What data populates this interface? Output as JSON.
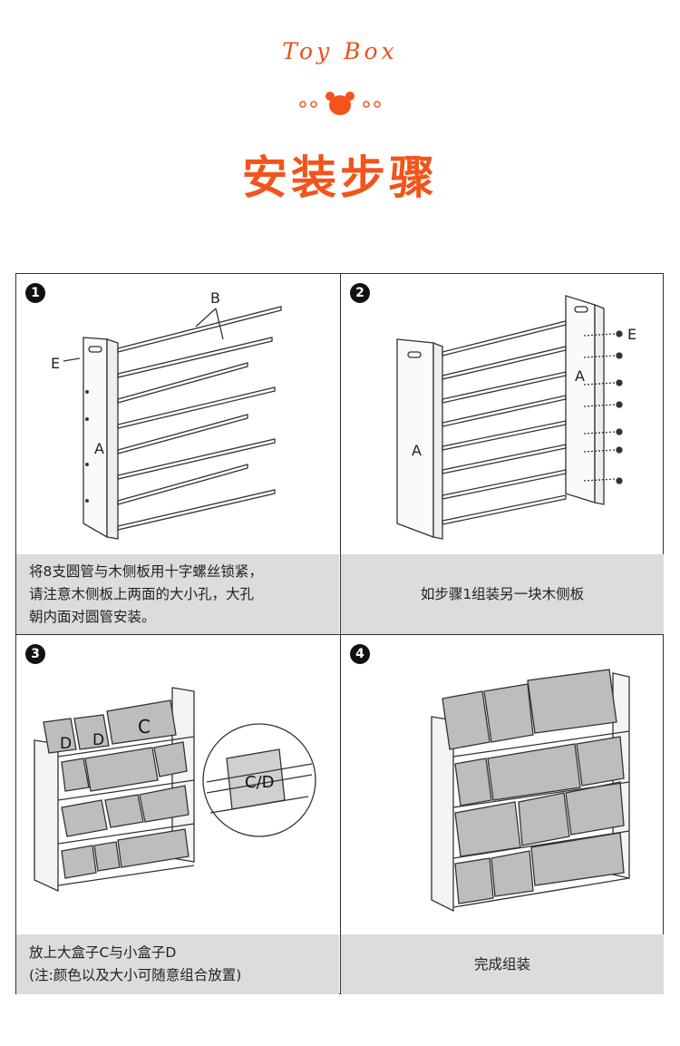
{
  "header": {
    "brand": "Toy Box",
    "title": "安装步骤"
  },
  "colors": {
    "accent": "#f2541b",
    "caption_bg": "#dcdcdc"
  },
  "steps": [
    {
      "number": "1",
      "lines": [
        "将8支圆管与木侧板用十字螺丝锁紧，",
        "请注意木侧板上两面的大小孔，大孔",
        "朝内面对圆管安装。"
      ],
      "labels": {
        "a": "A",
        "b": "B",
        "e": "E"
      }
    },
    {
      "number": "2",
      "lines": [
        "如步骤1组装另一块木侧板"
      ],
      "labels": {
        "a1": "A",
        "a2": "A",
        "e": "E"
      }
    },
    {
      "number": "3",
      "lines": [
        "放上大盒子C与小盒子D",
        "(注:颜色以及大小可随意组合放置)"
      ],
      "labels": {
        "d1": "D",
        "d2": "D",
        "c": "C",
        "cd": "C/D"
      }
    },
    {
      "number": "4",
      "lines": [
        "完成组装"
      ]
    }
  ]
}
